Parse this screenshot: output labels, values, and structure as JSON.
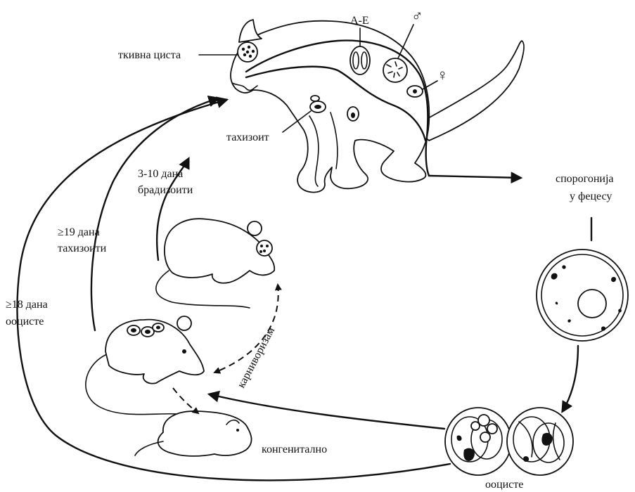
{
  "labels": {
    "tissue_cyst": "ткивна циста",
    "stages_ae": "A-E",
    "male_symbol": "♂",
    "female_symbol": "♀",
    "tachyzoite": "тахизоит",
    "days_3_10": "3-10 дана",
    "bradyzoites": "брадизоити",
    "days_19": "≥19 дана",
    "tachyzoites": "тахизоити",
    "days_18": "≥18 дана",
    "oocysts_left": "ооцисте",
    "sporogony": "спорогонија",
    "in_feces": "у фецесу",
    "carnivorism": "карниворизам",
    "congenital": "конгенитално",
    "oocysts_bottom": "ооцисте"
  }
}
